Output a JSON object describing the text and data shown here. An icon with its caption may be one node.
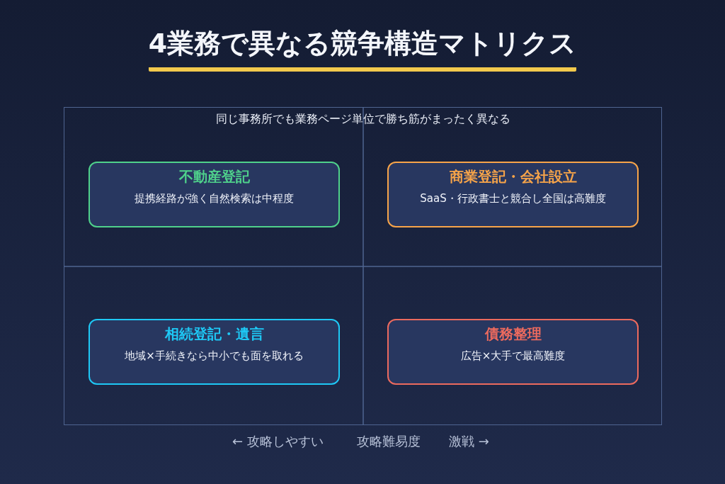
{
  "diagram": {
    "title": "4業務で異なる競争構造マトリクス",
    "nodes": [
      {
        "text": [
          "同じ事務所でも業務ページ単位で勝ち筋がまったく異なる"
        ]
      },
      {
        "text": [
          "不動産登記",
          "提携経路が強く自然検索は中程度"
        ],
        "in": 0
      },
      {
        "text": [
          "商業登記・会社設立",
          "SaaS・行政書士と競合し全国は高難度"
        ],
        "in": 0
      },
      {
        "text": [
          "相続登記・遺言",
          "地域×手続きなら中小でも面を取れる"
        ],
        "in": 0
      },
      {
        "text": [
          "債務整理",
          "広告×大手で最高難度"
        ],
        "in": 0
      }
    ],
    "labels": [
      "← 攻略しやすい",
      "攻略難易度",
      "激戦 →"
    ]
  }
}
